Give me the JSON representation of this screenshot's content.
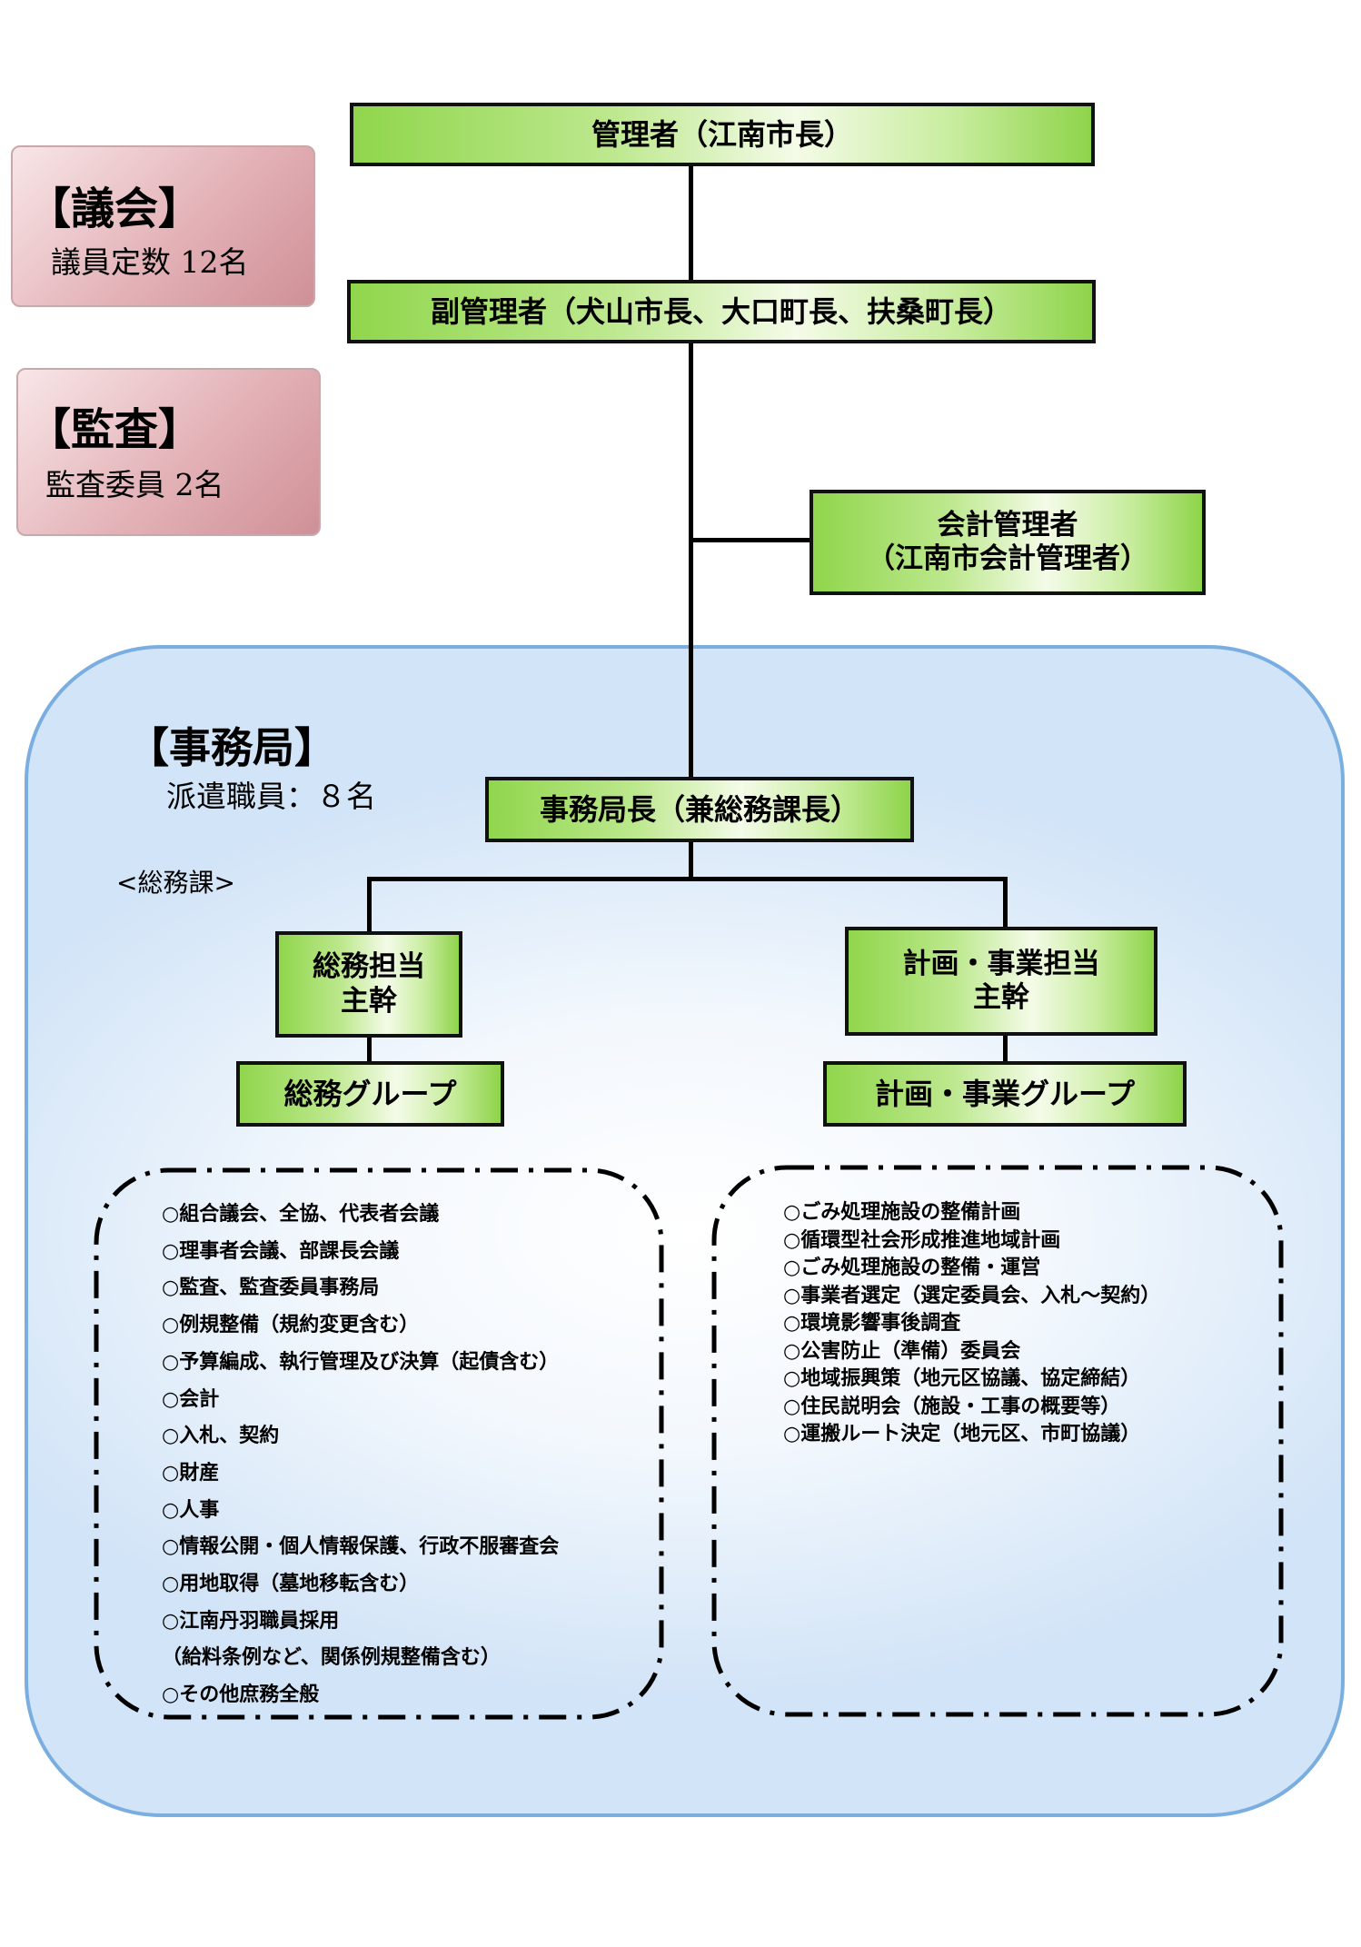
{
  "council": {
    "title": "【議会】",
    "detail": "議員定数 12名"
  },
  "audit": {
    "title": "【監査】",
    "detail": "監査委員 2名"
  },
  "administrator": {
    "label": "管理者（江南市長）"
  },
  "vice_administrator": {
    "label": "副管理者（犬山市長、大口町長、扶桑町長）"
  },
  "accounting_manager": {
    "line1": "会計管理者",
    "line2": "（江南市会計管理者）"
  },
  "bureau": {
    "title": "【事務局】",
    "staff": "派遣職員：８名",
    "director": "事務局長（兼総務課長）",
    "section_label": "<総務課>"
  },
  "general_affairs": {
    "chief_line1": "総務担当",
    "chief_line2": "主幹",
    "group": "総務グループ",
    "duties": [
      "○組合議会、全協、代表者会議",
      "○理事者会議、部課長会議",
      "○監査、監査委員事務局",
      "○例規整備（規約変更含む）",
      "○予算編成、執行管理及び決算（起債含む）",
      "○会計",
      "○入札、契約",
      "○財産",
      "○人事",
      "○情報公開・個人情報保護、行政不服審査会",
      "○用地取得（墓地移転含む）",
      "○江南丹羽職員採用",
      "（給料条例など、関係例規整備含む）",
      "○その他庶務全般"
    ]
  },
  "planning": {
    "chief_line1": "計画・事業担当",
    "chief_line2": "主幹",
    "group": "計画・事業グループ",
    "duties": [
      "○ごみ処理施設の整備計画",
      "○循環型社会形成推進地域計画",
      "○ごみ処理施設の整備・運営",
      "○事業者選定（選定委員会、入札～契約）",
      "○環境影響事後調査",
      "○公害防止（準備）委員会",
      "○地域振興策（地元区協議、協定締結）",
      "○住民説明会（施設・工事の概要等）",
      "○運搬ルート決定（地元区、市町協議）"
    ]
  },
  "colors": {
    "box_green": "#90d64c",
    "panel_border": "#7aaee0",
    "panel_fill": "#d2e4f7",
    "info_box_pink": "#e3b2b7"
  }
}
